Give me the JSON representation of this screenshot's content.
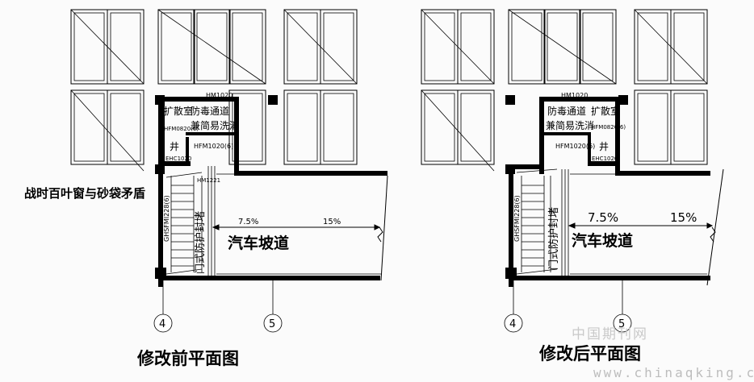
{
  "left": {
    "caption": "修改前平面图",
    "label_expansion_room": "扩散室",
    "label_hm1020": "HM1020",
    "label_passage_1": "防毒通道",
    "label_passage_2": "兼简易洗消",
    "label_hfm0820": "HFM0820(6)",
    "label_well": "井",
    "label_hfm1020": "HFM1020(6)",
    "label_ehc": "EHC1020",
    "label_hm1221": "HM1221",
    "label_conflict": "战时百叶窗与砂袋矛盾",
    "label_door_code": "GHSFMI228(6)",
    "label_door_closing": "门式防护封堵",
    "slope_1": "7.5%",
    "slope_2": "15%",
    "label_ramp": "汽车坡道",
    "axis_4": "4",
    "axis_5": "5"
  },
  "right": {
    "caption": "修改后平面图",
    "label_expansion_room": "扩散室",
    "label_hm1020": "HM1020",
    "label_passage_1": "防毒通道",
    "label_passage_2": "兼简易洗消",
    "label_hfm0820": "HFM0820(6)",
    "label_well": "井",
    "label_hfm1020": "HFM1020(6)",
    "label_ehc": "EHC1020",
    "label_door_code": "GHSFMI228(6)",
    "label_door_closing": "门式防护封堵",
    "slope_1": "7.5%",
    "slope_2": "15%",
    "label_ramp": "汽车坡道",
    "axis_4": "4",
    "axis_5": "5"
  },
  "watermark": {
    "cn": "中国期刊网",
    "url": "www.chinaqking.com"
  },
  "colors": {
    "line": "#000000",
    "watermark": "#c8c8c8"
  }
}
